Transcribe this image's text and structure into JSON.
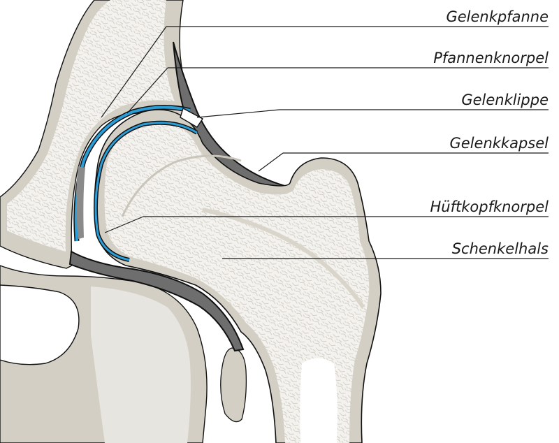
{
  "labels": [
    {
      "key": "gelenkpfanne",
      "text": "Gelenkpfanne"
    },
    {
      "key": "pfannenknorpel",
      "text": "Pfannenknorpel"
    },
    {
      "key": "gelenklippe",
      "text": "Gelenklippe"
    },
    {
      "key": "gelenkkapsel",
      "text": "Gelenkkapsel"
    },
    {
      "key": "hueftkopfknorpel",
      "text": "Hüftkopfknorpel"
    },
    {
      "key": "schenkelhals",
      "text": "Schenkelhals"
    }
  ],
  "colors": {
    "bone_fill": "#f1f0ec",
    "bone_cortex": "#d3cfc5",
    "spongy_pattern": "#c9c5bb",
    "capsule": "#6e6e6e",
    "outline": "#111111",
    "cartilage": "#2b9ed8",
    "background": "#ffffff"
  }
}
